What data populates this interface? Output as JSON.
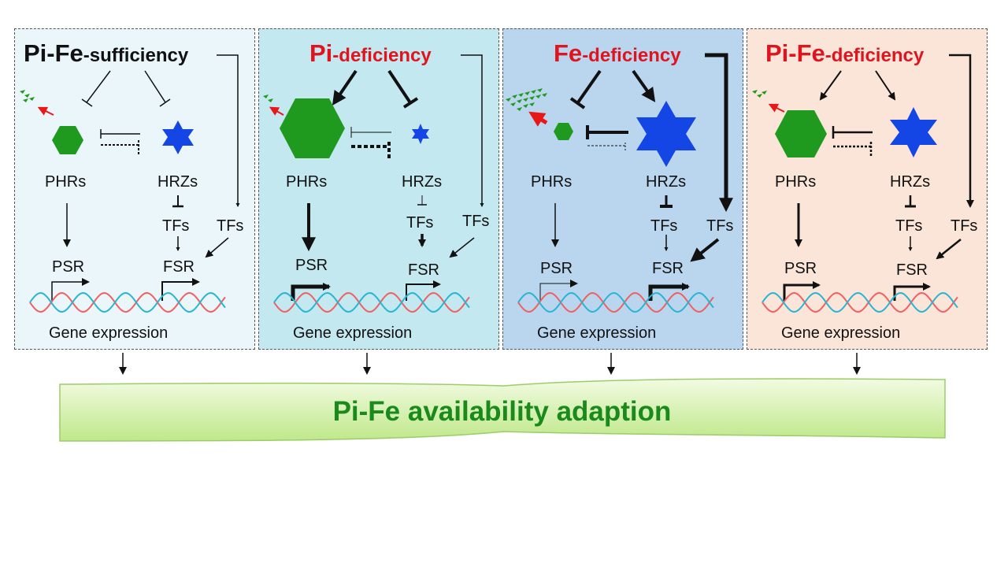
{
  "panels": [
    {
      "title_main": "Pi-Fe",
      "title_suffix": "-sufficiency",
      "title_color": "#111111",
      "bg": "#eaf6fa"
    },
    {
      "title_main": "Pi",
      "title_suffix": "-deficiency",
      "title_color": "#e0141e",
      "bg": "#c3e8f0"
    },
    {
      "title_main": "Fe",
      "title_suffix": "-deficiency",
      "title_color": "#e0141e",
      "bg": "#bad6ef"
    },
    {
      "title_main": "Pi-Fe",
      "title_suffix": "-deficiency",
      "title_color": "#e0141e",
      "bg": "#fbe5d8"
    }
  ],
  "labels": {
    "phrs": "PHRs",
    "hrzs": "HRZs",
    "tfs": "TFs",
    "psr": "PSR",
    "fsr": "FSR",
    "gene_expression": "Gene expression"
  },
  "banner": {
    "text": "Pi-Fe availability adaption",
    "color": "#1a8a1a"
  },
  "colors": {
    "phr": "#1f9a1f",
    "hrz": "#1446e6",
    "dna_red": "#f06060",
    "dna_blue": "#28b4d2",
    "red_arrow": "#e81818"
  }
}
